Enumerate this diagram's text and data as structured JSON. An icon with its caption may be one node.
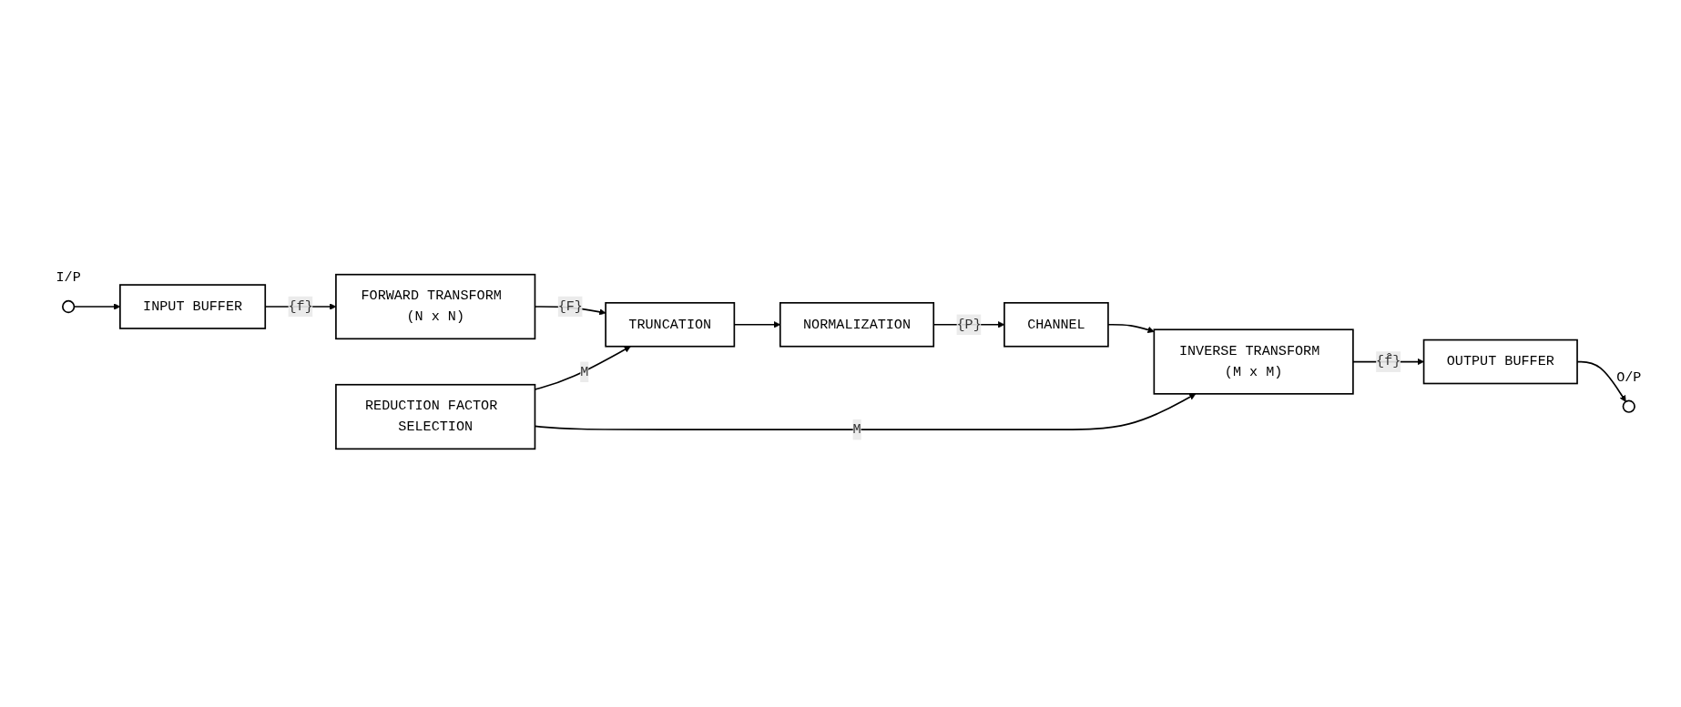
{
  "diagram": {
    "nodes": [
      {
        "text": [],
        "shape": "circle",
        "beside": [
          "I/P"
        ]
      },
      {
        "text": [
          "INPUT BUFFER"
        ]
      },
      {
        "text": [
          "FORWARD TRANSFORM (N x N)"
        ]
      },
      {
        "text": [
          "TRUNCATION"
        ]
      },
      {
        "text": [
          "NORMALIZATION"
        ]
      },
      {
        "text": [
          "CHANNEL"
        ]
      },
      {
        "text": [
          "REDUCTION FACTOR SELECTION"
        ]
      },
      {
        "text": [
          "INVERSE TRANSFORM (M x M)"
        ]
      },
      {
        "text": [
          "OUTPUT BUFFER"
        ]
      },
      {
        "text": [],
        "shape": "circle",
        "beside": [
          "O/P"
        ]
      }
    ],
    "edges": [
      {
        "from": 0,
        "to": 1,
        "arrow": "to"
      },
      {
        "from": 1,
        "to": 2,
        "arrow": "to",
        "label": "{f}"
      },
      {
        "from": 2,
        "to": 3,
        "arrow": "to",
        "label": "{F}"
      },
      {
        "from": 3,
        "to": 4,
        "arrow": "to"
      },
      {
        "from": 4,
        "to": 5,
        "arrow": "to",
        "label": "{P}"
      },
      {
        "from": 6,
        "to": 3,
        "arrow": "to",
        "label": "M"
      },
      {
        "from": 6,
        "to": 7,
        "arrow": "to",
        "label": "M"
      },
      {
        "from": 5,
        "to": 7,
        "arrow": "to"
      },
      {
        "from": 7,
        "to": 8,
        "arrow": "to",
        "label": "{f̂}"
      },
      {
        "from": 8,
        "to": 9,
        "arrow": "to"
      }
    ]
  }
}
